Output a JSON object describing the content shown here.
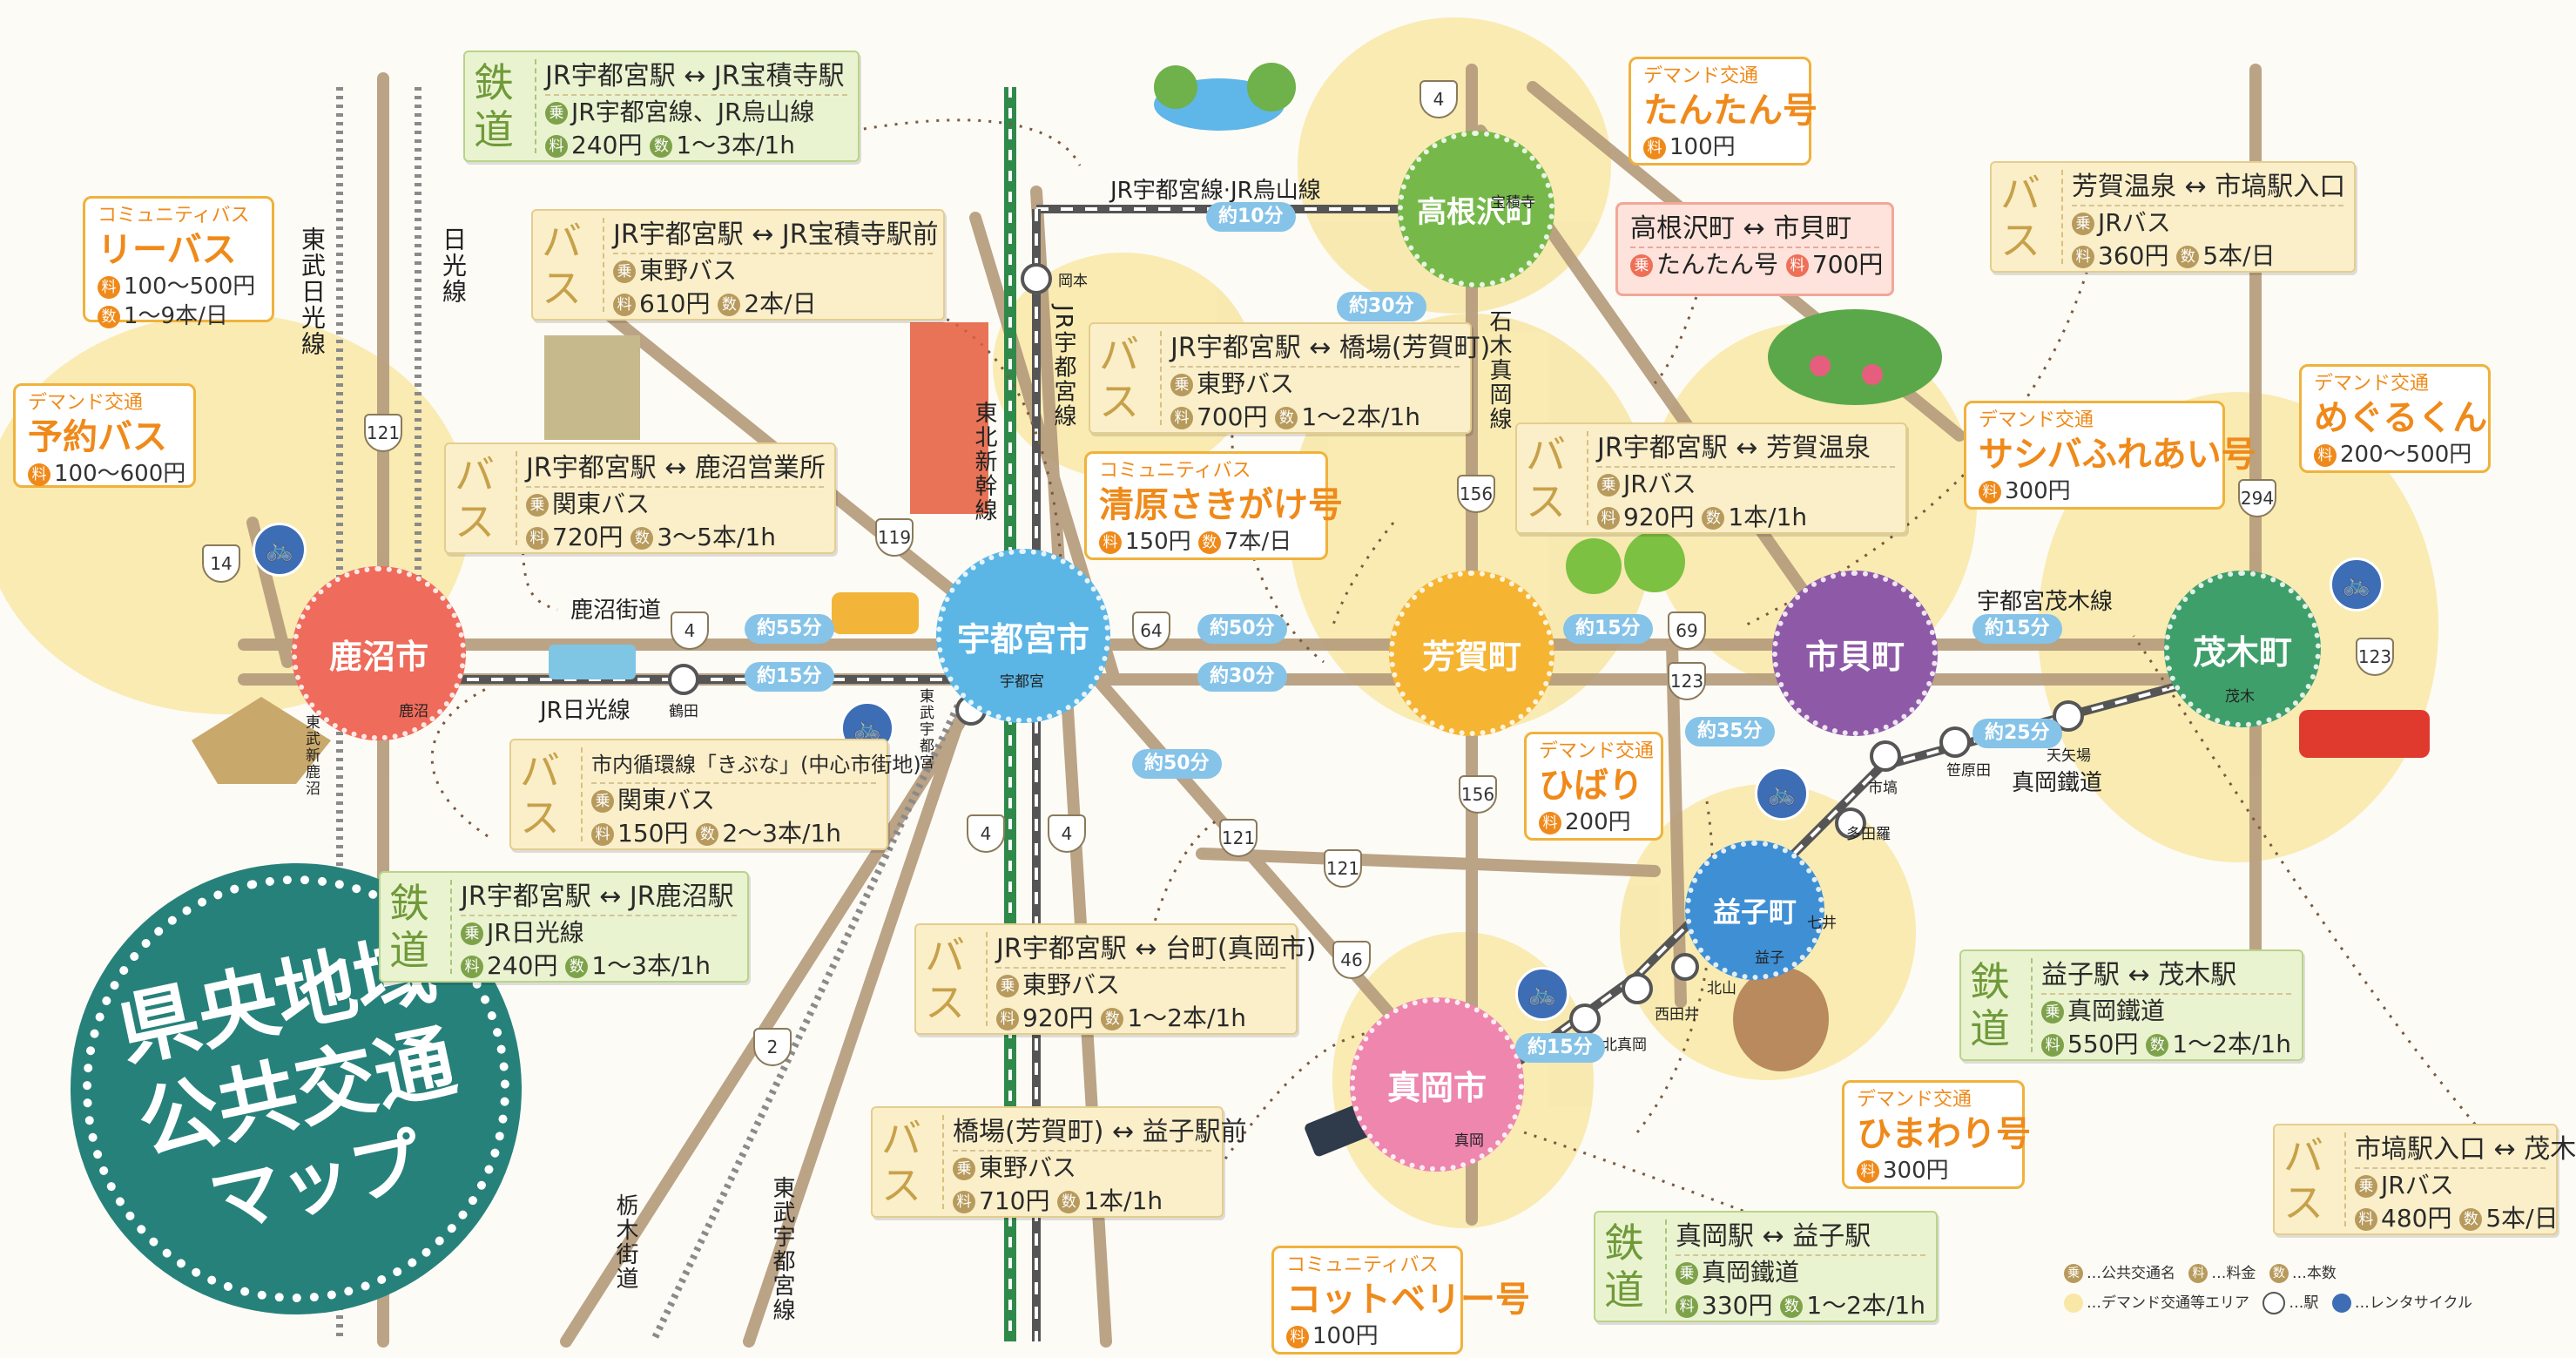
{
  "title": {
    "line1": "県央地域",
    "line2": "公共交通",
    "line3": "マップ"
  },
  "legend": {
    "name_icon": "乗",
    "name_text": "…公共交通名",
    "fare_icon": "料",
    "fare_text": "…料金",
    "freq_icon": "数",
    "freq_text": "…本数",
    "area_text": "…デマンド交通等エリア",
    "station_text": "…駅",
    "cycle_text": "…レンタサイクル",
    "colors": {
      "area": "#f8e7a6",
      "station": "#ffffff",
      "cycle": "#3d6db5"
    }
  },
  "colors": {
    "kanuma": "#ef6b5b",
    "utsunomiya": "#5bb6e6",
    "takanezawa": "#76b94a",
    "haga": "#f5b432",
    "ichikai": "#8e5aa8",
    "motegi": "#3f9f6a",
    "mashiko": "#3e8fd4",
    "moka": "#ee86ad",
    "demand_area": "#f8e7a6",
    "road": "#b49a7a",
    "rail": "#777777"
  },
  "hubs": {
    "kanuma": "鹿沼市",
    "utsunomiya": "宇都宮市",
    "takanezawa": "高根沢町",
    "haga": "芳賀町",
    "ichikai": "市貝町",
    "motegi": "茂木町",
    "mashiko": "益子町",
    "moka": "真岡市"
  },
  "lines": {
    "tobu_nikko": "東武日光線",
    "nikko": "日光線",
    "jr_utsunomiya": "JR宇都宮線",
    "tohoku_shinkansen": "東北新幹線",
    "jr_ut_karasuyama": "JR宇都宮線·JR烏山線",
    "jr_nikko": "JR日光線",
    "kanuma_kaido": "鹿沼街道",
    "ishiki_moka": "石木真岡線",
    "ut_motegi": "宇都宮茂木線",
    "moka_rail": "真岡鐵道",
    "tochiki_kaido": "栃木街道",
    "tobu_utsunomiya": "東武宇都宮線"
  },
  "stations": {
    "kanuma": "鹿沼",
    "tobu_shinkanuma": "東武新鹿沼",
    "tsuruta": "鶴田",
    "tobu_utsunomiya": "東武宇都宮",
    "utsunomiya": "宇都宮",
    "okamoto": "岡本",
    "hoshakuji": "宝積寺",
    "ichihana": "市塙",
    "sasahara": "笹原田",
    "tenyaba": "天矢場",
    "motegi": "茂木",
    "tatara": "多田羅",
    "nanai": "七井",
    "mashiko": "益子",
    "kitayama": "北山",
    "nishidai": "西田井",
    "kitamoka": "北真岡",
    "moka": "真岡"
  },
  "times": {
    "t55": "約55分",
    "t15a": "約15分",
    "t10": "約10分",
    "t30a": "約30分",
    "t50a": "約50分",
    "t30b": "約30分",
    "t50b": "約50分",
    "t15b": "約15分",
    "t35": "約35分",
    "t15c": "約15分",
    "t25": "約25分",
    "t15d": "約15分"
  },
  "routes": {
    "r4a": "4",
    "r121a": "121",
    "r14": "14",
    "r119": "119",
    "r64": "64",
    "r156a": "156",
    "r69": "69",
    "r123a": "123",
    "r294": "294",
    "r123b": "123",
    "r156b": "156",
    "r4b": "4",
    "r4c": "4",
    "r121b": "121",
    "r121c": "121",
    "r46": "46",
    "r2": "2",
    "r4d": "4"
  },
  "cards": [
    {
      "kind": "鉄道",
      "type": "rail",
      "route": "JR宇都宮駅 ↔ JR宝積寺駅",
      "line": "JR宇都宮線、JR烏山線",
      "fare": "240円",
      "freq": "1〜3本/1h"
    },
    {
      "kind": "バス",
      "type": "bus",
      "route": "JR宇都宮駅 ↔ JR宝積寺駅前",
      "line": "東野バス",
      "fare": "610円",
      "freq": "2本/日"
    },
    {
      "kind": "バス",
      "type": "bus",
      "route": "JR宇都宮駅 ↔ 鹿沼営業所",
      "line": "関東バス",
      "fare": "720円",
      "freq": "3〜5本/1h"
    },
    {
      "kind": "バス",
      "type": "bus",
      "route": "JR宇都宮駅 ↔ 橋場(芳賀町)",
      "line": "東野バス",
      "fare": "700円",
      "freq": "1〜2本/1h"
    },
    {
      "kind": "バス",
      "type": "bus",
      "route": "JR宇都宮駅 ↔ 芳賀温泉",
      "line": "JRバス",
      "fare": "920円",
      "freq": "1本/1h"
    },
    {
      "kind": "バス",
      "type": "bus",
      "route": "芳賀温泉 ↔ 市塙駅入口",
      "line": "JRバス",
      "fare": "360円",
      "freq": "5本/日"
    },
    {
      "kind": "バス",
      "type": "bus",
      "route": "市内循環線「きぶな」(中心市街地)",
      "line": "関東バス",
      "fare": "150円",
      "freq": "2〜3本/1h"
    },
    {
      "kind": "鉄道",
      "type": "rail",
      "route": "JR宇都宮駅 ↔ JR鹿沼駅",
      "line": "JR日光線",
      "fare": "240円",
      "freq": "1〜3本/1h"
    },
    {
      "kind": "バス",
      "type": "bus",
      "route": "JR宇都宮駅 ↔ 台町(真岡市)",
      "line": "東野バス",
      "fare": "920円",
      "freq": "1〜2本/1h"
    },
    {
      "kind": "バス",
      "type": "bus",
      "route": "橋場(芳賀町) ↔ 益子駅前",
      "line": "東野バス",
      "fare": "710円",
      "freq": "1本/1h"
    },
    {
      "kind": "鉄道",
      "type": "rail",
      "route": "益子駅 ↔ 茂木駅",
      "line": "真岡鐵道",
      "fare": "550円",
      "freq": "1〜2本/1h"
    },
    {
      "kind": "鉄道",
      "type": "rail",
      "route": "真岡駅 ↔ 益子駅",
      "line": "真岡鐵道",
      "fare": "330円",
      "freq": "1〜2本/1h"
    },
    {
      "kind": "バス",
      "type": "bus",
      "route": "市塙駅入口 ↔ 茂木",
      "line": "JRバス",
      "fare": "480円",
      "freq": "5本/日"
    }
  ],
  "pink_card": {
    "route": "高根沢町 ↔ 市貝町",
    "line": "たんたん号",
    "fare": "700円"
  },
  "demand": [
    {
      "tag": "コミュニティバス",
      "name": "リーバス",
      "price": "100〜500円",
      "freq": "1〜9本/日"
    },
    {
      "tag": "デマンド交通",
      "name": "予約バス",
      "price": "100〜600円"
    },
    {
      "tag": "デマンド交通",
      "name": "たんたん号",
      "price": "100円"
    },
    {
      "tag": "コミュニティバス",
      "name": "清原さきがけ号",
      "price": "150円",
      "freq": "7本/日"
    },
    {
      "tag": "デマンド交通",
      "name": "サシバふれあい号",
      "price": "300円"
    },
    {
      "tag": "デマンド交通",
      "name": "めぐるくん",
      "price": "200〜500円"
    },
    {
      "tag": "デマンド交通",
      "name": "ひばり",
      "price": "200円"
    },
    {
      "tag": "デマンド交通",
      "name": "ひまわり号",
      "price": "300円"
    },
    {
      "tag": "コミュニティバス",
      "name": "コットベリー号",
      "price": "100円"
    }
  ],
  "icons": {
    "fare": "料",
    "name": "乗",
    "freq": "数",
    "cycle": "bicycle-icon"
  }
}
